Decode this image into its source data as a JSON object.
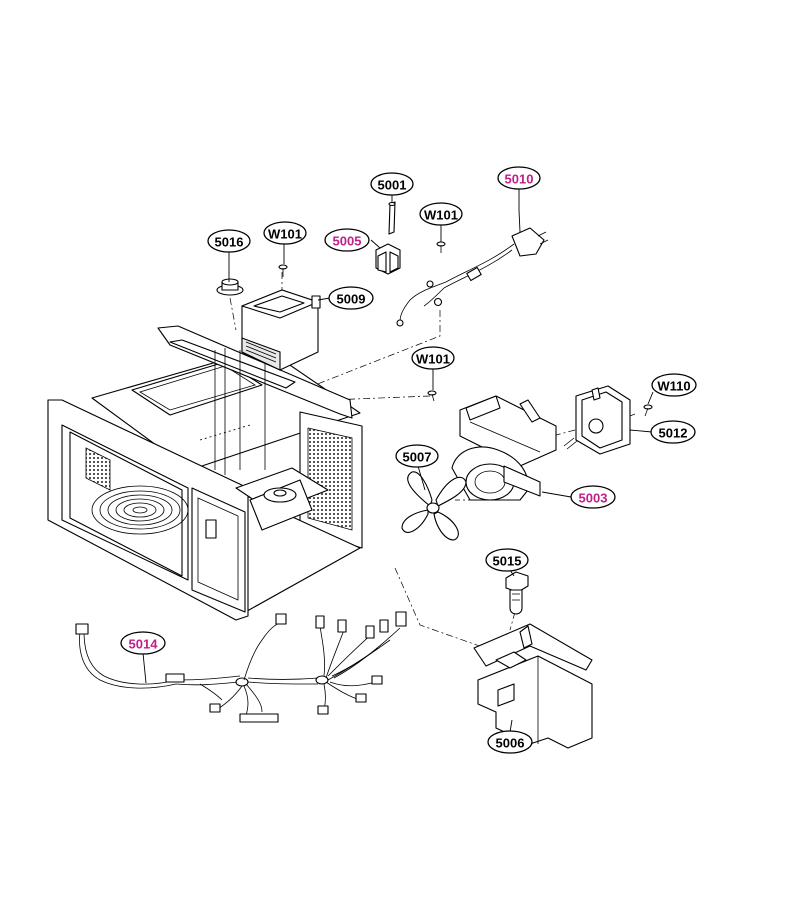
{
  "colors": {
    "standard_label": "#000000",
    "highlight_label": "#c0208a"
  },
  "callouts": [
    {
      "id": "c5001",
      "label": "5001",
      "highlight": false
    },
    {
      "id": "c5010",
      "label": "5010",
      "highlight": true
    },
    {
      "id": "c5016",
      "label": "5016",
      "highlight": false
    },
    {
      "id": "cW101a",
      "label": "W101",
      "highlight": false
    },
    {
      "id": "c5005",
      "label": "5005",
      "highlight": true
    },
    {
      "id": "cW101b",
      "label": "W101",
      "highlight": false
    },
    {
      "id": "c5009",
      "label": "5009",
      "highlight": false
    },
    {
      "id": "cW101c",
      "label": "W101",
      "highlight": false
    },
    {
      "id": "cW110",
      "label": "W110",
      "highlight": false
    },
    {
      "id": "c5012",
      "label": "5012",
      "highlight": false
    },
    {
      "id": "c5007",
      "label": "5007",
      "highlight": false
    },
    {
      "id": "c5003",
      "label": "5003",
      "highlight": true
    },
    {
      "id": "c5015",
      "label": "5015",
      "highlight": false
    },
    {
      "id": "c5014",
      "label": "5014",
      "highlight": true
    },
    {
      "id": "c5006",
      "label": "5006",
      "highlight": false
    }
  ]
}
